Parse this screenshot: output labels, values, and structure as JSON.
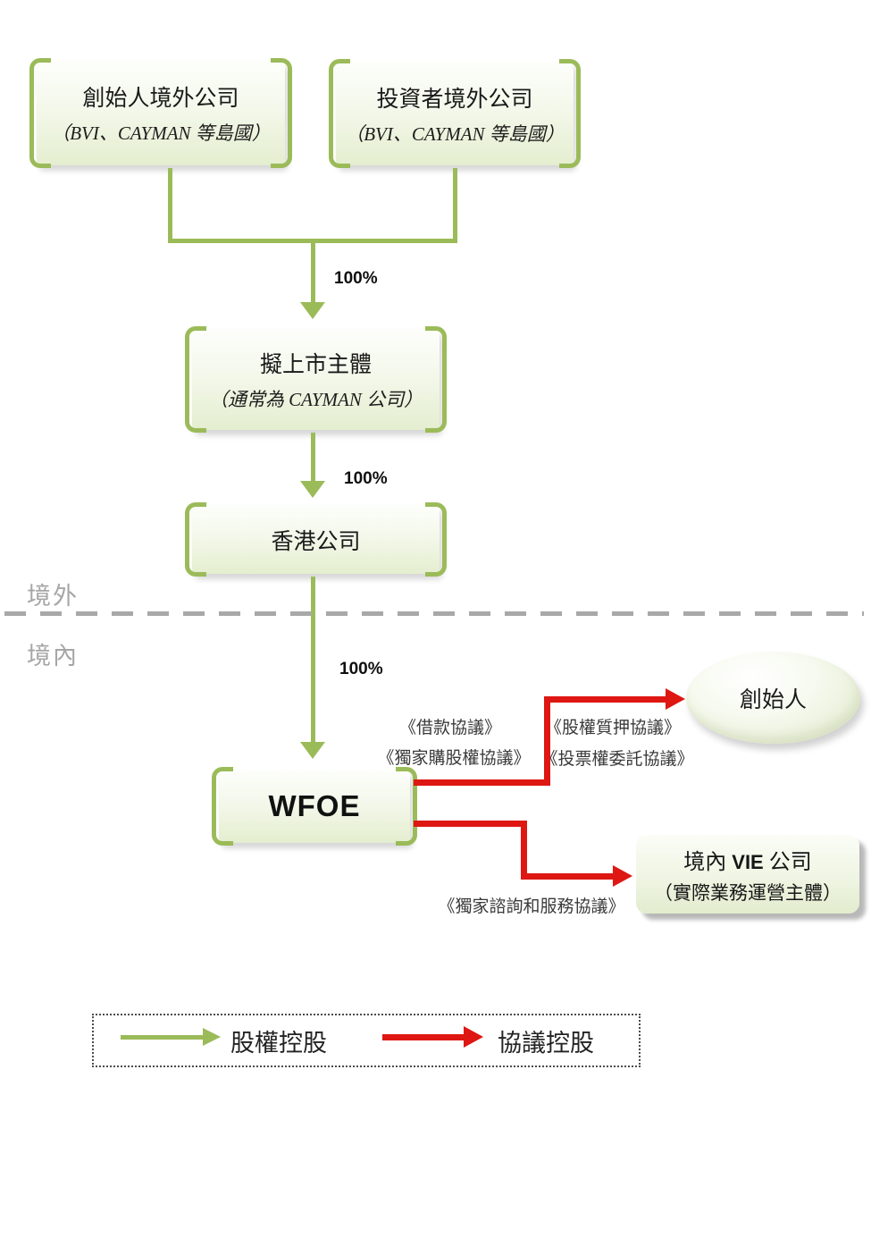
{
  "colors": {
    "equity_green": "#9bbb59",
    "contract_red": "#de1713",
    "region_gray": "#a6a6a6"
  },
  "regions": {
    "offshore_label": "境外",
    "onshore_label": "境內"
  },
  "nodes": {
    "founder_offshore": {
      "title": "創始人境外公司",
      "subtitle": "（BVI、CAYMAN 等島國）"
    },
    "investor_offshore": {
      "title": "投資者境外公司",
      "subtitle": "（BVI、CAYMAN 等島國）"
    },
    "listco": {
      "title": "擬上市主體",
      "subtitle": "（通常為 CAYMAN 公司）"
    },
    "hk_company": {
      "title": "香港公司"
    },
    "wfoe": {
      "title": "WFOE"
    },
    "founder": {
      "title": "創始人"
    },
    "vie": {
      "title_prefix": "境內 ",
      "title_bold": "VIE",
      "title_suffix": " 公司",
      "subtitle": "（實際業務運營主體）"
    }
  },
  "edges": {
    "ownership_pct": "100%",
    "agreements_left": [
      "《借款協議》",
      "《獨家購股權協議》"
    ],
    "agreements_right": [
      "《股權質押協議》",
      "《投票權委託協議》"
    ],
    "agreement_service": "《獨家諮詢和服務協議》"
  },
  "legend": {
    "equity_label": "股權控股",
    "contract_label": "協議控股"
  }
}
